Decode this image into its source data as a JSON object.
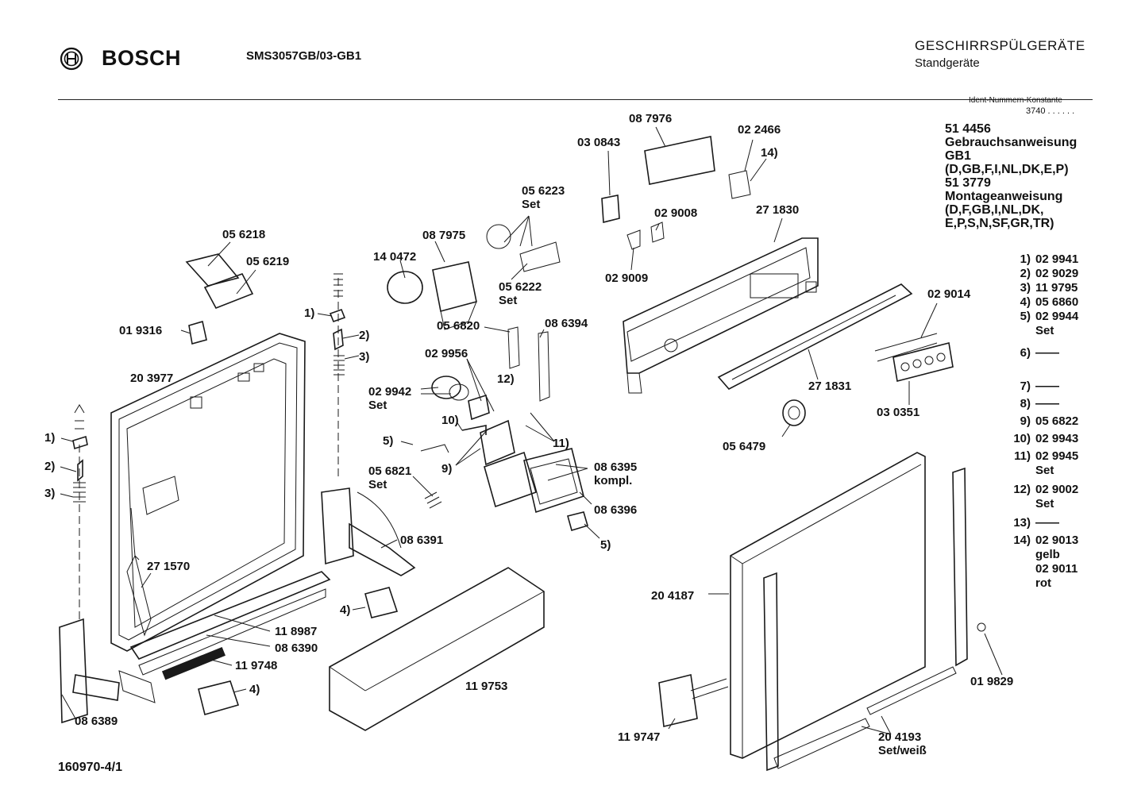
{
  "header": {
    "brand": "BOSCH",
    "model": "SMS3057GB/03-GB1",
    "category": "GESCHIRRSPÜLGERÄTE",
    "subcategory": "Standgeräte",
    "ident_label": "Ident-Nummern-Konstante",
    "ident_constant": "3740  . .  . . . ."
  },
  "documents": [
    "51 4456",
    "Gebrauchsanweisung",
    "GB1",
    "(D,GB,F,I,NL,DK,E,P)",
    "51 3779",
    "Montageanweisung",
    "(D,F,GB,I,NL,DK,",
    "E,P,S,N,SF,GR,TR)"
  ],
  "legend": [
    {
      "key": "1)",
      "lines": [
        "02 9941"
      ]
    },
    {
      "key": "2)",
      "lines": [
        "02 9029"
      ]
    },
    {
      "key": "3)",
      "lines": [
        "11 9795"
      ]
    },
    {
      "key": "4)",
      "lines": [
        "05 6860"
      ]
    },
    {
      "key": "5)",
      "lines": [
        "02 9944",
        "Set"
      ]
    },
    {
      "key": "6)",
      "lines": [
        "——"
      ]
    },
    {
      "key": "7)",
      "lines": [
        "——"
      ]
    },
    {
      "key": "8)",
      "lines": [
        "——"
      ]
    },
    {
      "key": "9)",
      "lines": [
        "05 6822"
      ]
    },
    {
      "key": "10)",
      "lines": [
        "02 9943"
      ]
    },
    {
      "key": "11)",
      "lines": [
        "02 9945",
        "Set"
      ]
    },
    {
      "key": "12)",
      "lines": [
        "02 9002",
        "Set"
      ]
    },
    {
      "key": "13)",
      "lines": [
        "——"
      ]
    },
    {
      "key": "14)",
      "lines": [
        "02 9013",
        "gelb",
        "02 9011",
        "rot"
      ]
    }
  ],
  "parts": [
    {
      "text": "05 6218"
    },
    {
      "text": "05 6219"
    },
    {
      "text": "01 9316"
    },
    {
      "text": "20 3977"
    },
    {
      "text": "1)"
    },
    {
      "text": "2)"
    },
    {
      "text": "3)"
    },
    {
      "text": "1)"
    },
    {
      "text": "2)"
    },
    {
      "text": "3)"
    },
    {
      "text": "27 1570"
    },
    {
      "text": "11 8987"
    },
    {
      "text": "08 6390"
    },
    {
      "text": "11 9748"
    },
    {
      "text": "4)"
    },
    {
      "text": "08 6389"
    },
    {
      "text": "08 6391"
    },
    {
      "text": "4)"
    },
    {
      "text": "11 9753"
    },
    {
      "text": "14 0472"
    },
    {
      "text": "08 7975"
    },
    {
      "text": "05 6223\nSet"
    },
    {
      "text": "05 6222\nSet"
    },
    {
      "text": "05 6820"
    },
    {
      "text": "08 6394"
    },
    {
      "text": "02 9956"
    },
    {
      "text": "12)"
    },
    {
      "text": "02 9942\nSet"
    },
    {
      "text": "10)"
    },
    {
      "text": "5)"
    },
    {
      "text": "9)"
    },
    {
      "text": "11)"
    },
    {
      "text": "05 6821\nSet"
    },
    {
      "text": "08 6395\nkompl."
    },
    {
      "text": "08 6396"
    },
    {
      "text": "5)"
    },
    {
      "text": "03 0843"
    },
    {
      "text": "08 7976"
    },
    {
      "text": "02 2466"
    },
    {
      "text": "14)"
    },
    {
      "text": "02 9008"
    },
    {
      "text": "02 9009"
    },
    {
      "text": "27 1830"
    },
    {
      "text": "02 9014"
    },
    {
      "text": "27 1831"
    },
    {
      "text": "03 0351"
    },
    {
      "text": "05 6479"
    },
    {
      "text": "20 4187"
    },
    {
      "text": "01 9829"
    },
    {
      "text": "11 9747"
    },
    {
      "text": "20 4193\nSet/weiß"
    }
  ],
  "footer": {
    "drawing_number": "160970-4/1"
  }
}
